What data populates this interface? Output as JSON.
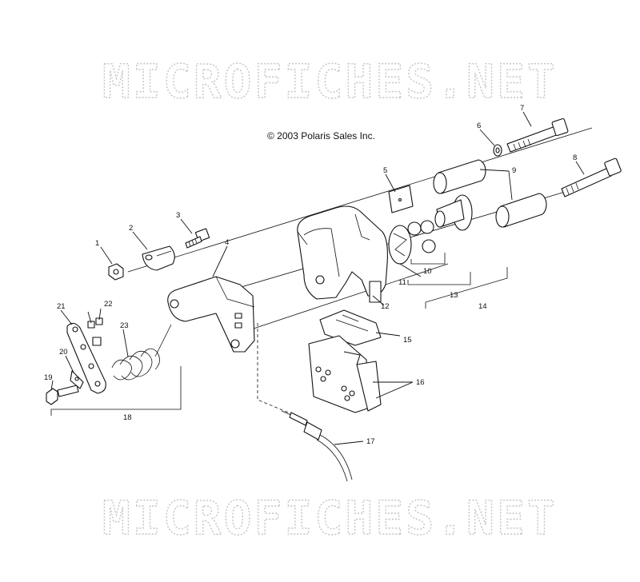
{
  "watermark": {
    "text": "MICROFICHES.NET"
  },
  "copyright": "© 2003 Polaris Sales Inc.",
  "callouts": [
    {
      "id": "1",
      "label": "1"
    },
    {
      "id": "2",
      "label": "2"
    },
    {
      "id": "3",
      "label": "3"
    },
    {
      "id": "4",
      "label": "4"
    },
    {
      "id": "5",
      "label": "5"
    },
    {
      "id": "6",
      "label": "6"
    },
    {
      "id": "7",
      "label": "7"
    },
    {
      "id": "8",
      "label": "8"
    },
    {
      "id": "9",
      "label": "9"
    },
    {
      "id": "10",
      "label": "10"
    },
    {
      "id": "11",
      "label": "11"
    },
    {
      "id": "12",
      "label": "12"
    },
    {
      "id": "13",
      "label": "13"
    },
    {
      "id": "14",
      "label": "14"
    },
    {
      "id": "15",
      "label": "15"
    },
    {
      "id": "16",
      "label": "16"
    },
    {
      "id": "17",
      "label": "17"
    },
    {
      "id": "18",
      "label": "18"
    },
    {
      "id": "19",
      "label": "19"
    },
    {
      "id": "20",
      "label": "20"
    },
    {
      "id": "21",
      "label": "21"
    },
    {
      "id": "22",
      "label": "22"
    },
    {
      "id": "23",
      "label": "23"
    }
  ]
}
